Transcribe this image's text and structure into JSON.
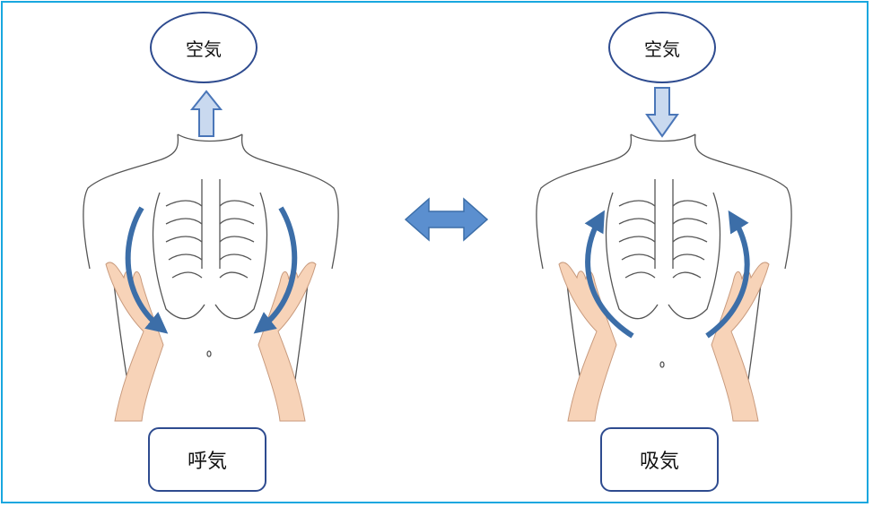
{
  "left": {
    "air_label": "空気",
    "phase_label": "呼気"
  },
  "right": {
    "air_label": "空気",
    "phase_label": "吸気"
  },
  "colors": {
    "frame": "#19a7df",
    "outline": "#2e4b8f",
    "arrow_fill": "#c9d9ef",
    "arrow_stroke": "#4a76b8",
    "motion_arrow": "#3c6ea8",
    "skin": "#f7d3b8"
  }
}
